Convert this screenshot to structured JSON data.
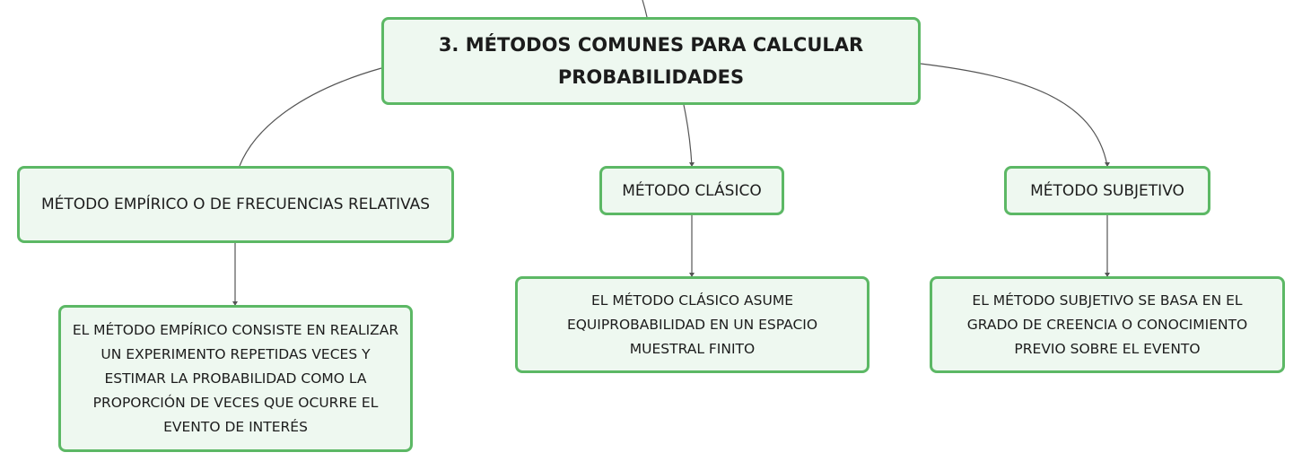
{
  "root": {
    "title": "3. MÉTODOS COMUNES PARA CALCULAR PROBABILIDADES"
  },
  "methods": [
    {
      "label": "MÉTODO EMPÍRICO O DE FRECUENCIAS RELATIVAS",
      "description": "EL MÉTODO EMPÍRICO CONSISTE EN REALIZAR UN EXPERIMENTO REPETIDAS VECES Y ESTIMAR LA PROBABILIDAD COMO LA PROPORCIÓN DE VECES QUE OCURRE EL EVENTO DE INTERÉS"
    },
    {
      "label": "MÉTODO CLÁSICO",
      "description": "EL MÉTODO CLÁSICO ASUME EQUIPROBABILIDAD EN UN ESPACIO MUESTRAL FINITO"
    },
    {
      "label": "MÉTODO SUBJETIVO",
      "description": "EL MÉTODO SUBJETIVO SE BASA EN EL GRADO DE CREENCIA O CONOCIMIENTO PREVIO SOBRE EL EVENTO"
    }
  ],
  "colors": {
    "node_border": "#5cb865",
    "node_fill": "#eef8f0",
    "connector": "#555555",
    "text": "#1c1c1c"
  }
}
